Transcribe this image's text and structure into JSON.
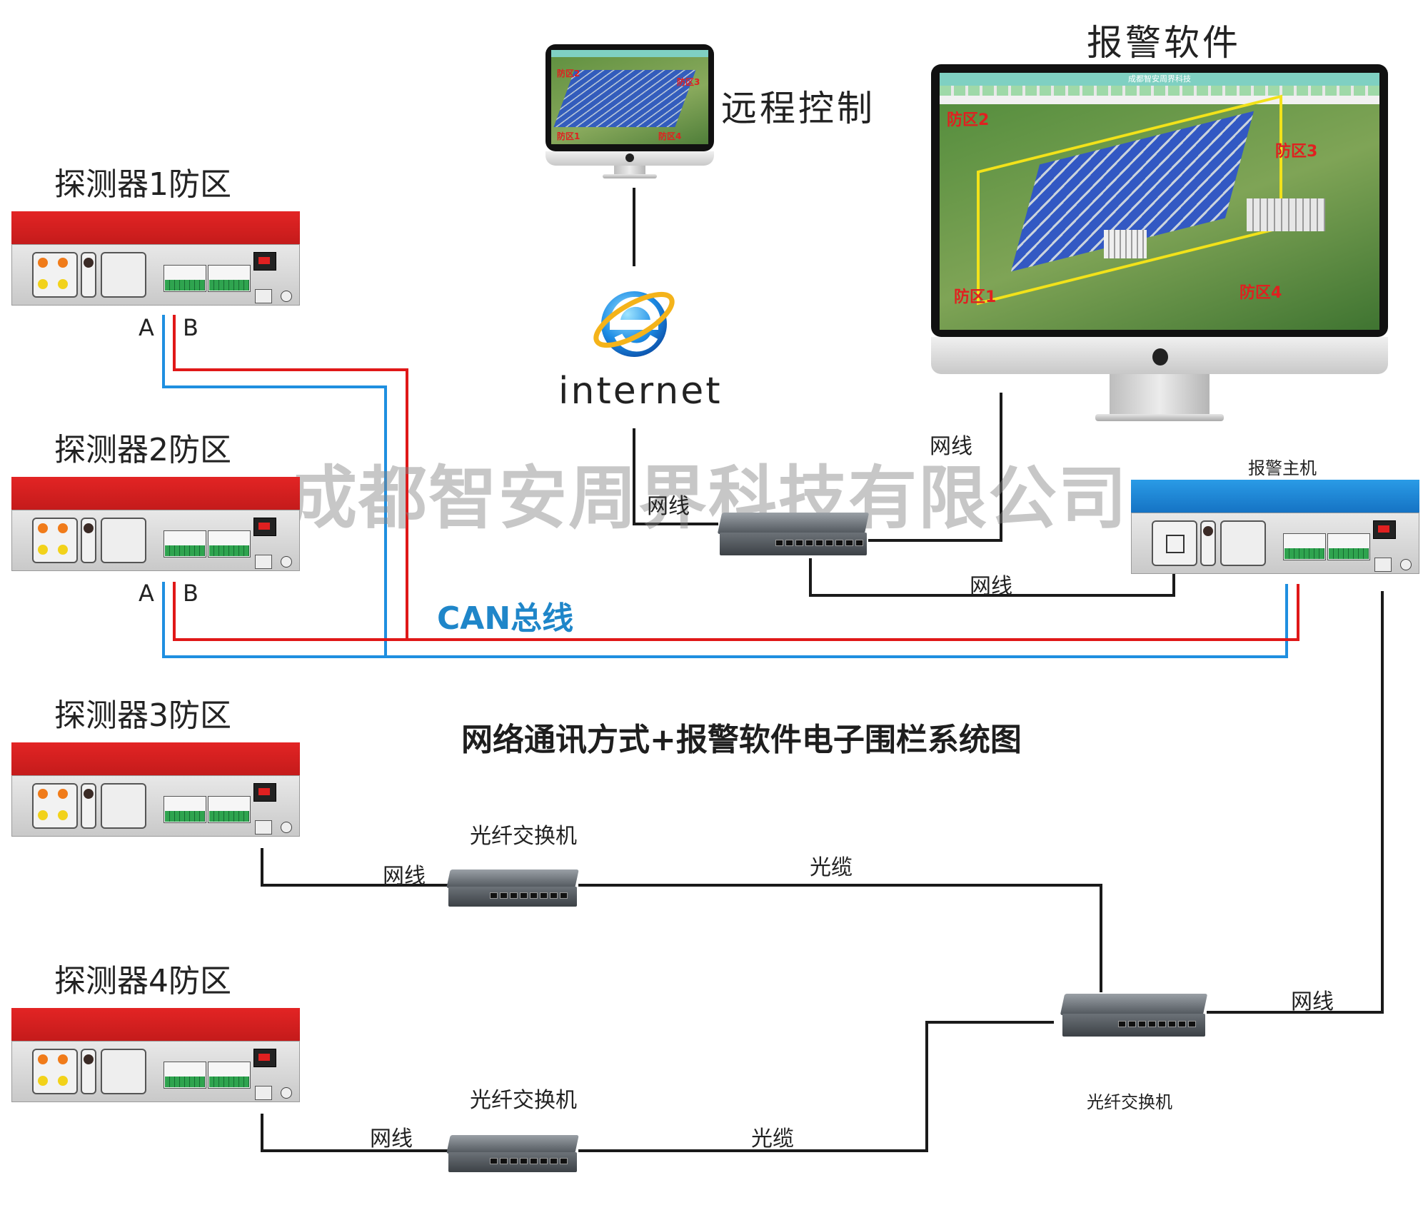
{
  "header": {
    "alarm_software_title": "报警软件",
    "remote_control_title": "远程控制",
    "internet_label": "internet",
    "watermark": "成都智安周界科技有限公司",
    "system_title": "网络通讯方式+报警软件电子围栏系统图",
    "can_bus_label": "CAN总线"
  },
  "detectors": [
    {
      "title": "探测器1防区",
      "a_label": "A",
      "b_label": "B"
    },
    {
      "title": "探测器2防区",
      "a_label": "A",
      "b_label": "B"
    },
    {
      "title": "探测器3防区"
    },
    {
      "title": "探测器4防区"
    }
  ],
  "host": {
    "label": "报警主机"
  },
  "monitor": {
    "screen_title": "成都智安周界科技",
    "zones": [
      "防区2",
      "防区3",
      "防区1",
      "防区4"
    ]
  },
  "remote_monitor": {
    "zones": [
      "防区2",
      "防区3",
      "防区1",
      "防区4"
    ]
  },
  "wires": {
    "net_cable": "网线",
    "fiber_cable": "光缆"
  },
  "switches": {
    "fiber_switch_label": "光纤交换机"
  },
  "colors": {
    "can_blue": "#1f8fe0",
    "can_red": "#e01818",
    "line_black": "#1a1a1a",
    "detector_red": "#e32424",
    "host_blue": "#1f86d6"
  }
}
